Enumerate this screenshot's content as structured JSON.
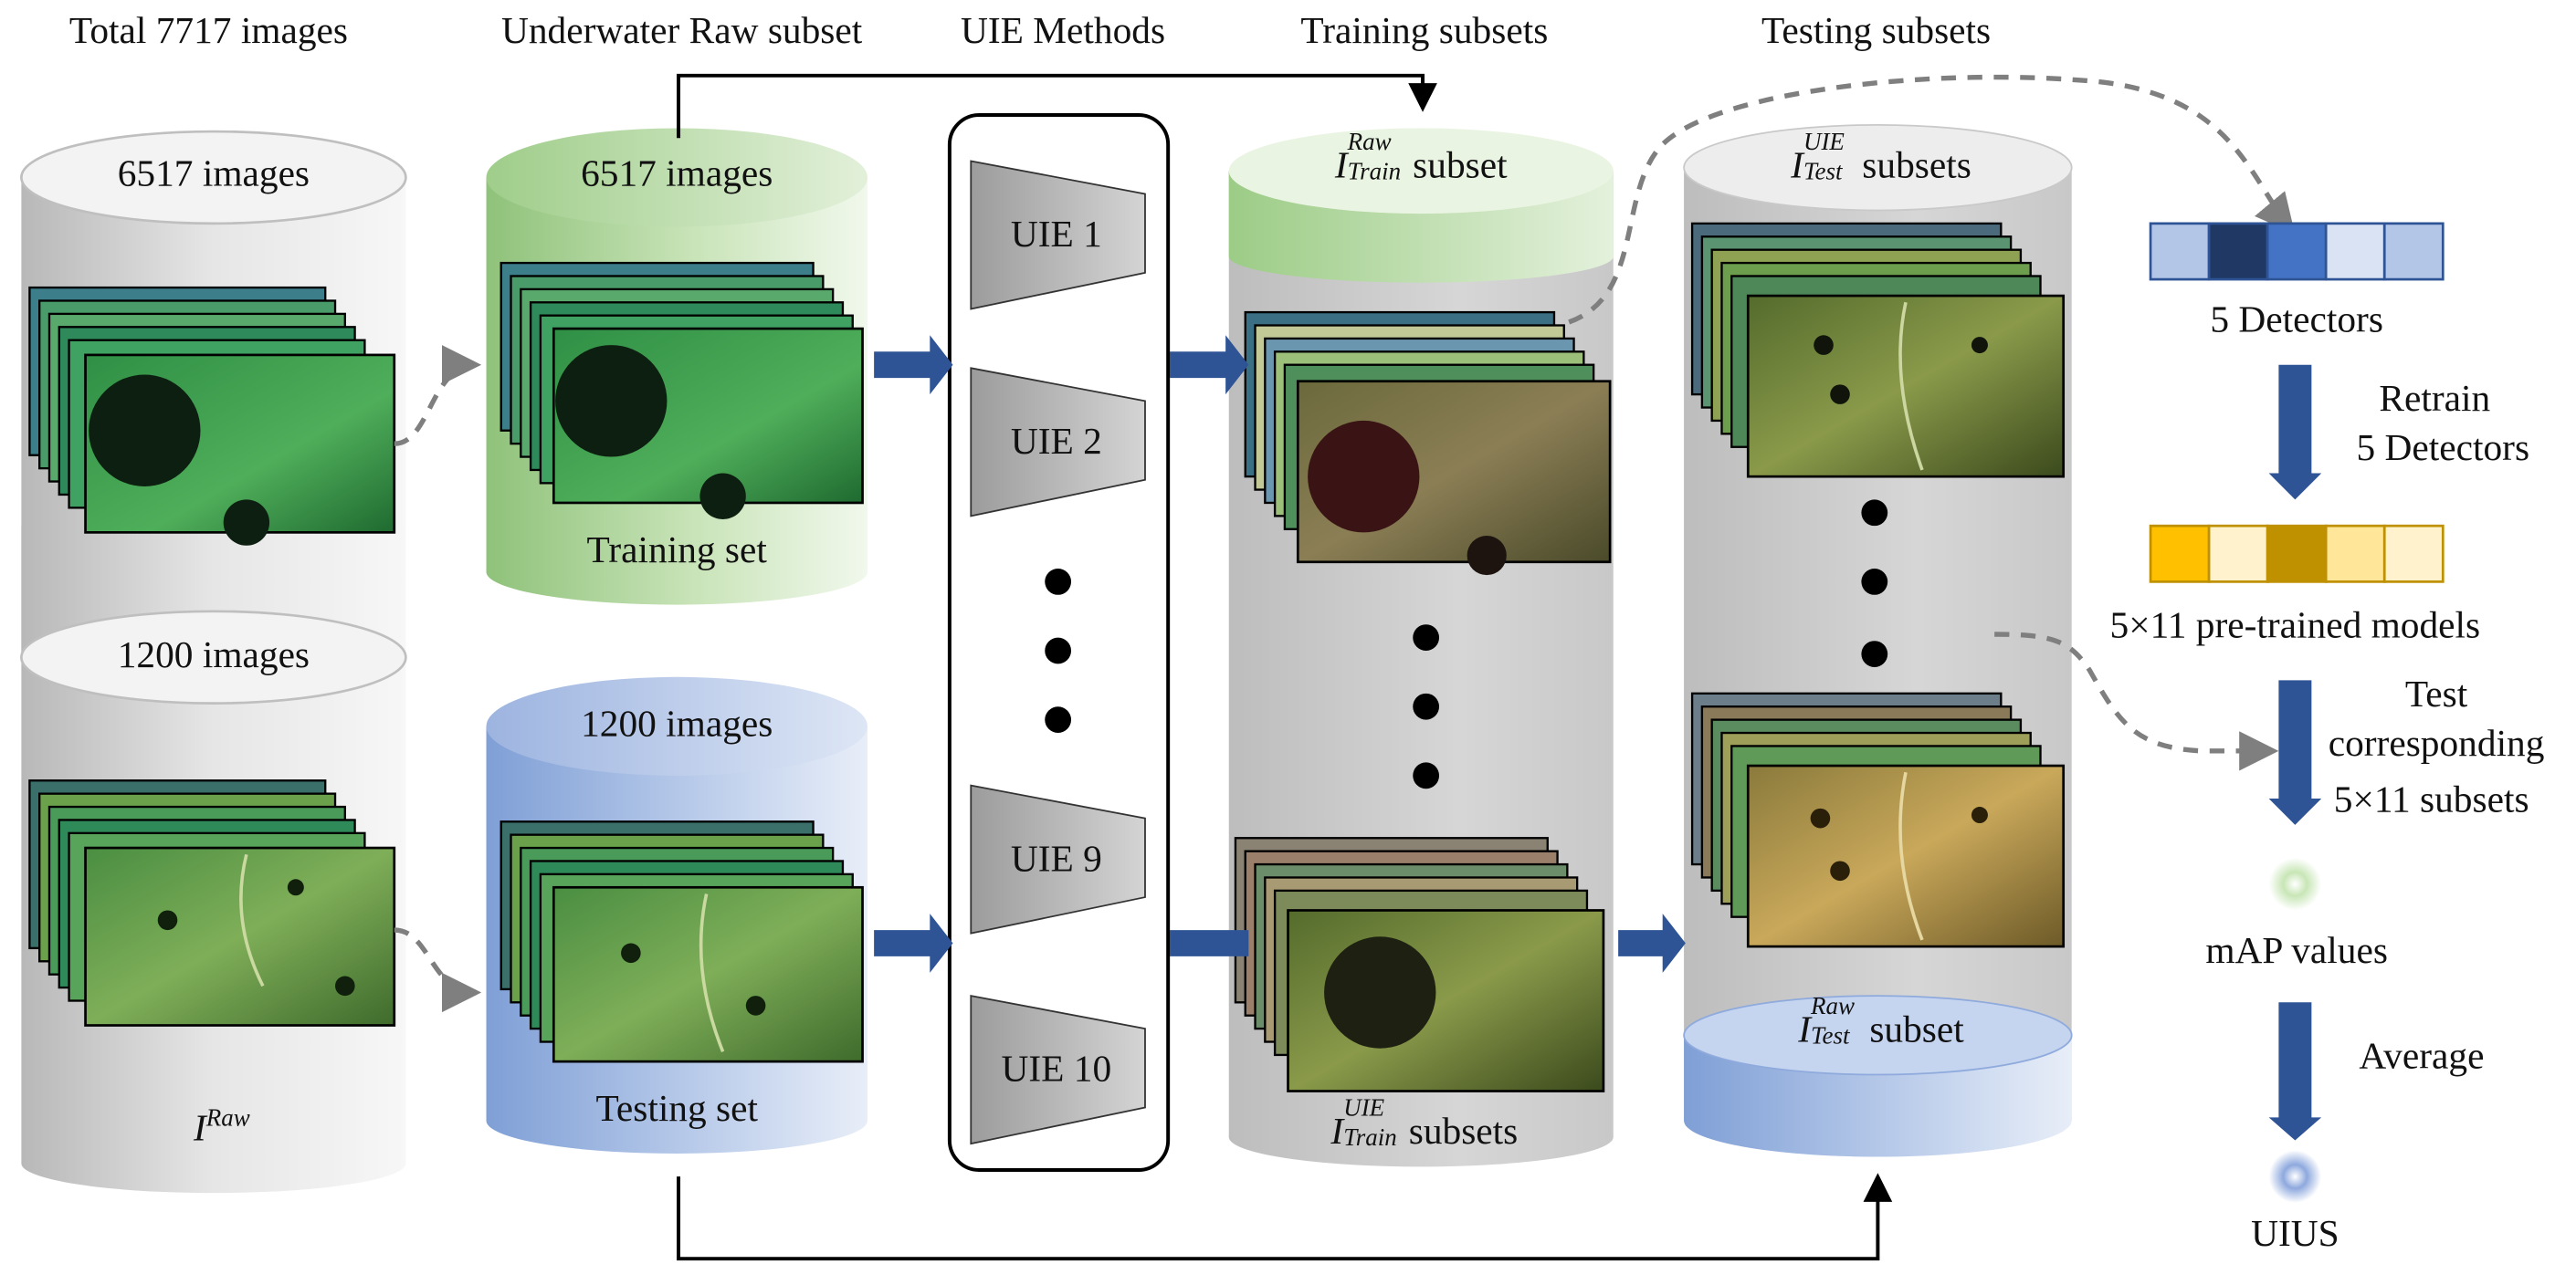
{
  "headers": {
    "total": "Total 7717 images",
    "raw_subset": "Underwater Raw subset",
    "uie_methods": "UIE Methods",
    "training_subsets": "Training subsets",
    "testing_subsets": "Testing subsets"
  },
  "total_cylinder": {
    "top_count": "6517 images",
    "bottom_count": "1200 images",
    "raw_symbol": "I",
    "raw_sup": "Raw"
  },
  "training_set": {
    "count": "6517 images",
    "label": "Training set"
  },
  "testing_set": {
    "count": "1200 images",
    "label": "Testing set"
  },
  "uie_methods": [
    "UIE 1",
    "UIE 2",
    "UIE 9",
    "UIE 10"
  ],
  "train_cylinder": {
    "top_symbol": "I",
    "top_sup": "Raw",
    "top_sub": "Train",
    "top_suffix": " subset",
    "bottom_symbol": "I",
    "bottom_sup": "UIE",
    "bottom_sub": "Train",
    "bottom_suffix": " subsets"
  },
  "test_cylinder": {
    "top_symbol": "I",
    "top_sup": "UIE",
    "top_sub": "Test",
    "top_suffix": " subsets",
    "bottom_symbol": "I",
    "bottom_sup": "Raw",
    "bottom_sub": "Test",
    "bottom_suffix": " subset"
  },
  "pipeline": {
    "detectors": "5 Detectors",
    "retrain_line1": "Retrain",
    "retrain_line2": "5 Detectors",
    "pretrained": "5×11 pre-trained models",
    "test_line1": "Test",
    "test_line2": "corresponding",
    "test_line3": "5×11 subsets",
    "map_values": "mAP values",
    "average": "Average",
    "uius": "UIUS"
  },
  "colors": {
    "detector_cells": [
      "#b4c6e7",
      "#1f3864",
      "#4472c4",
      "#dae3f3",
      "#b4c6e7"
    ],
    "model_cells": [
      "#ffc000",
      "#fff2cc",
      "#bf9000",
      "#ffe699",
      "#fff2cc"
    ],
    "arrow_blue": "#2f5496",
    "green_cylinder": "#a9d18e",
    "blue_cylinder": "#8faadc",
    "gray_cylinder": "#c9c9c9"
  }
}
